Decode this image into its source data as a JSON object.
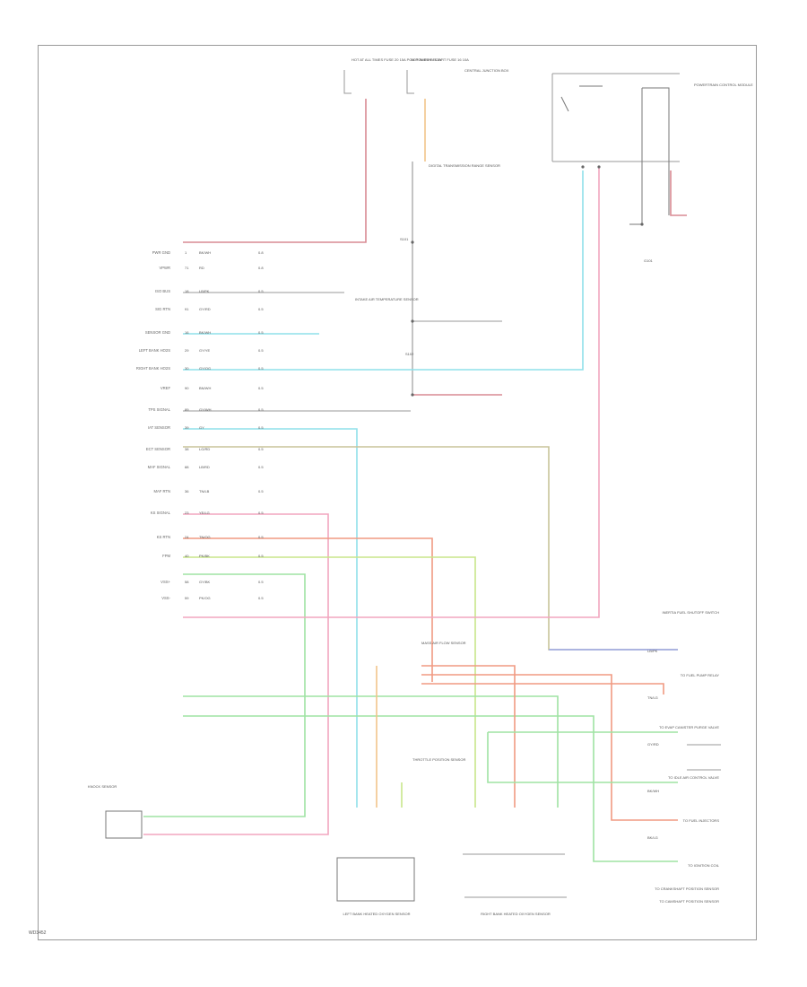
{
  "figure_id": "WD3452",
  "fuse_labels": [
    "HOT AT ALL TIMES  FUSE 20  15A  PCM POWER RELAY",
    "HOT IN RUN / START  FUSE 16  10A",
    "CENTRAL JUNCTION BOX",
    "DIGITAL TRANSMISSION RANGE SENSOR",
    "POWERTRAIN CONTROL MODULE"
  ],
  "module_pins": [
    {
      "name": "PWR GND",
      "pin": "1",
      "wire": "BK/WH",
      "gauge": "0.8"
    },
    {
      "name": "VPWR",
      "pin": "71",
      "wire": "RD",
      "gauge": "0.8"
    },
    {
      "name": "ISO BUS",
      "pin": "18",
      "wire": "LB/PK",
      "gauge": "0.5"
    },
    {
      "name": "SIG RTN",
      "pin": "91",
      "wire": "GY/RD",
      "gauge": "0.5"
    },
    {
      "name": "SENSOR GND",
      "pin": "16",
      "wire": "BK/WH",
      "gauge": "0.5"
    },
    {
      "name": "LEFT BANK HO2S",
      "pin": "29",
      "wire": "GY/YE",
      "gauge": "0.5"
    },
    {
      "name": "RIGHT BANK HO2S",
      "pin": "30",
      "wire": "GY/OG",
      "gauge": "0.5"
    },
    {
      "name": "VREF",
      "pin": "90",
      "wire": "BN/WH",
      "gauge": "0.5"
    },
    {
      "name": "TPS SIGNAL",
      "pin": "89",
      "wire": "GY/WH",
      "gauge": "0.5"
    },
    {
      "name": "IAT SENSOR",
      "pin": "39",
      "wire": "GY",
      "gauge": "0.5"
    },
    {
      "name": "ECT SENSOR",
      "pin": "38",
      "wire": "LG/RD",
      "gauge": "0.5"
    },
    {
      "name": "MAF SIGNAL",
      "pin": "88",
      "wire": "LB/RD",
      "gauge": "0.5"
    },
    {
      "name": "MAF RTN",
      "pin": "36",
      "wire": "TN/LB",
      "gauge": "0.5"
    },
    {
      "name": "KS SIGNAL",
      "pin": "23",
      "wire": "YE/LG",
      "gauge": "0.5"
    },
    {
      "name": "KS RTN",
      "pin": "24",
      "wire": "TN/OG",
      "gauge": "0.5"
    },
    {
      "name": "FPM",
      "pin": "40",
      "wire": "PK/BK",
      "gauge": "0.5"
    },
    {
      "name": "VSS+",
      "pin": "58",
      "wire": "GY/BK",
      "gauge": "0.5"
    },
    {
      "name": "VSS-",
      "pin": "59",
      "wire": "PK/OG",
      "gauge": "0.5"
    }
  ],
  "right_labels": [
    "INERTIA FUEL SHUTOFF SWITCH",
    "TO FUEL PUMP RELAY",
    "TO EVAP CANISTER PURGE VALVE",
    "TO IDLE AIR CONTROL VALVE",
    "TO FUEL INJECTORS",
    "TO IGNITION COIL",
    "TO CRANKSHAFT POSITION SENSOR",
    "TO CAMSHAFT POSITION SENSOR"
  ],
  "right_connector_wires": [
    "LB/PK",
    "TN/LG",
    "GY/RD",
    "BK/WH",
    "BK/LG"
  ],
  "component_labels": [
    "LEFT BANK HEATED OXYGEN SENSOR",
    "RIGHT BANK HEATED OXYGEN SENSOR",
    "KNOCK SENSOR",
    "MASS AIR FLOW SENSOR",
    "THROTTLE POSITION SENSOR",
    "INTAKE AIR TEMPERATURE SENSOR"
  ],
  "splice_labels": [
    "S101",
    "S102",
    "G101"
  ],
  "colors": {
    "red": "#d98a93",
    "salmon": "#f09a82",
    "cyan": "#8fe0ea",
    "green": "#9fe3a3",
    "lime": "#c8e68a",
    "olive": "#c8c49a",
    "blue": "#9aa6e6",
    "pink": "#f2a6bf",
    "gray": "#bcbcbc",
    "orange": "#f2c48a"
  }
}
